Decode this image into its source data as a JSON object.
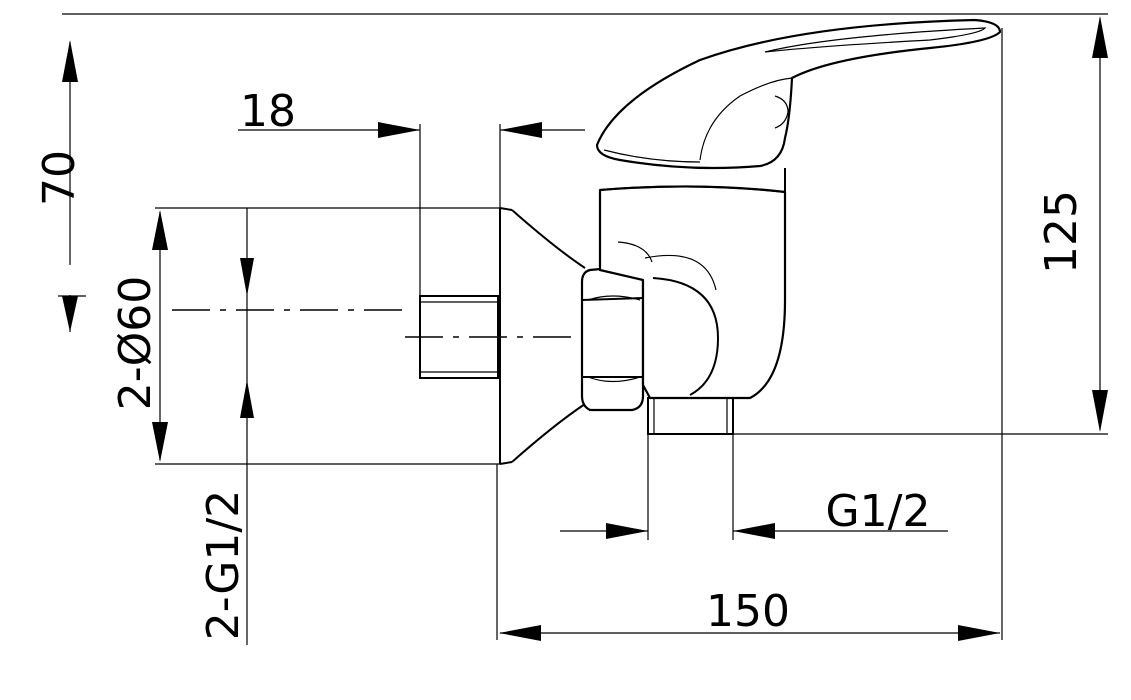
{
  "dimensions": {
    "width_mm": "150",
    "height_mm": "125",
    "handle_height_mm": "70",
    "pipe_offset_mm": "18",
    "inlet_diameter": "2-Ø60",
    "inlet_thread": "2-G1/2",
    "outlet_thread": "G1/2"
  }
}
